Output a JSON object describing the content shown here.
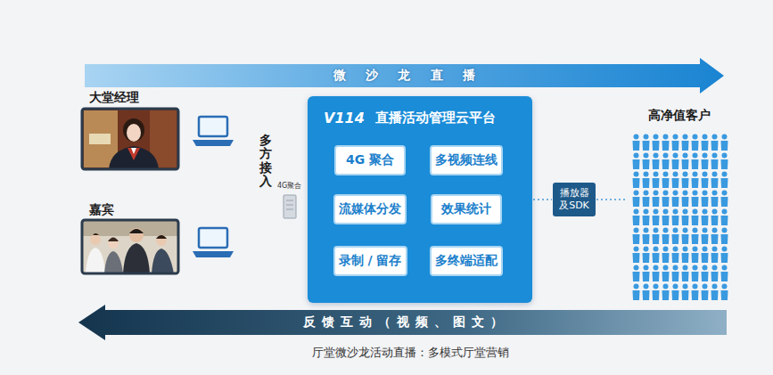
{
  "diagram": {
    "caption": "厅堂微沙龙活动直播：多模式厅堂营销",
    "nodes": [
      {
        "text": [
          "微沙龙直播"
        ]
      },
      {
        "text": [
          "大堂经理"
        ]
      },
      {
        "text": [
          "嘉宾"
        ]
      },
      {
        "text": [
          "V114",
          "直播活动管理云平台"
        ]
      },
      {
        "text": [
          "4G 聚合"
        ],
        "in": 3
      },
      {
        "text": [
          "多视频连线"
        ],
        "in": 3
      },
      {
        "text": [
          "流媒体分发"
        ],
        "in": 3
      },
      {
        "text": [
          "效果统计"
        ],
        "in": 3
      },
      {
        "text": [
          "录制 / 留存"
        ],
        "in": 3
      },
      {
        "text": [
          "多终端适配"
        ],
        "in": 3
      },
      {
        "text": [
          "播放器 及SDK"
        ]
      },
      {
        "text": [
          "高净值客户"
        ]
      },
      {
        "text": [
          "反馈互动（视频、图文）"
        ]
      }
    ],
    "edges": [
      {
        "from": 3,
        "to": 10,
        "arrow": "none"
      },
      {
        "from": 10,
        "to": 11,
        "arrow": "none"
      }
    ],
    "labels": [
      "多方接入",
      "4G聚合"
    ]
  }
}
